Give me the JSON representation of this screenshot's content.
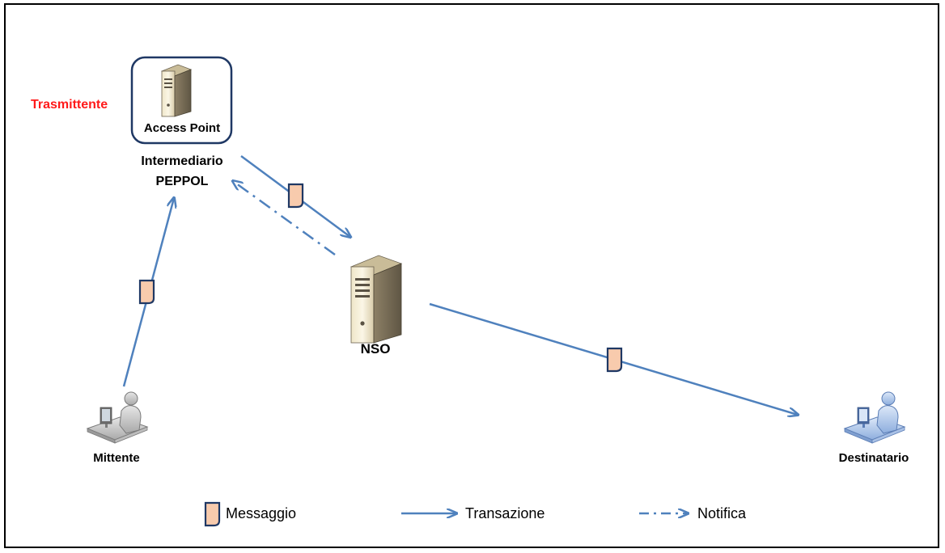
{
  "diagram": {
    "colors": {
      "arrow": "#4f81bd",
      "role_highlight": "#ff1a1a",
      "access_point_border": "#1f3864",
      "message_fill": "#f8cbad",
      "message_border": "#1f3864"
    },
    "nodes": {
      "access_point": {
        "icon": "server-icon",
        "box_label": "Access Point",
        "role_label": "Trasmittente",
        "name_line1": "Intermediario",
        "name_line2": "PEPPOL"
      },
      "nso": {
        "icon": "server-icon",
        "label": "NSO"
      },
      "sender": {
        "icon": "workstation-user-icon",
        "label": "Mittente"
      },
      "recipient": {
        "icon": "workstation-user-icon",
        "label": "Destinatario"
      }
    },
    "legend": {
      "message_label": "Messaggio",
      "transaction_label": "Transazione",
      "notification_label": "Notifica"
    }
  }
}
